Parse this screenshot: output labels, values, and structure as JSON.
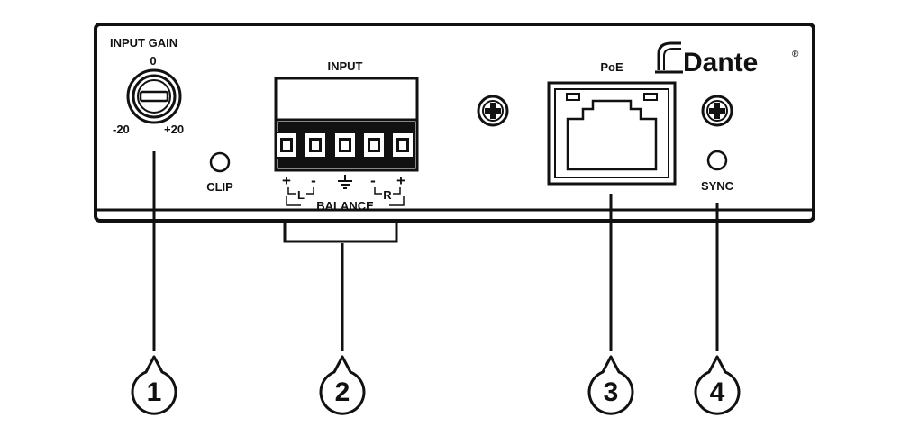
{
  "panel": {
    "gain": {
      "title": "INPUT GAIN",
      "top": "0",
      "min": "-20",
      "max": "+20"
    },
    "clip": "CLIP",
    "input": {
      "title": "INPUT",
      "plus_left": "+",
      "minus_left": "-",
      "minus_right": "-",
      "plus_right": "+",
      "left_channel": "L",
      "right_channel": "R",
      "balance": "BALANCE"
    },
    "poe": "PoE",
    "sync": "SYNC",
    "brand": "Dante",
    "registered": "®"
  },
  "callouts": [
    {
      "id": "1",
      "label": "1"
    },
    {
      "id": "2",
      "label": "2"
    },
    {
      "id": "3",
      "label": "3"
    },
    {
      "id": "4",
      "label": "4"
    }
  ]
}
